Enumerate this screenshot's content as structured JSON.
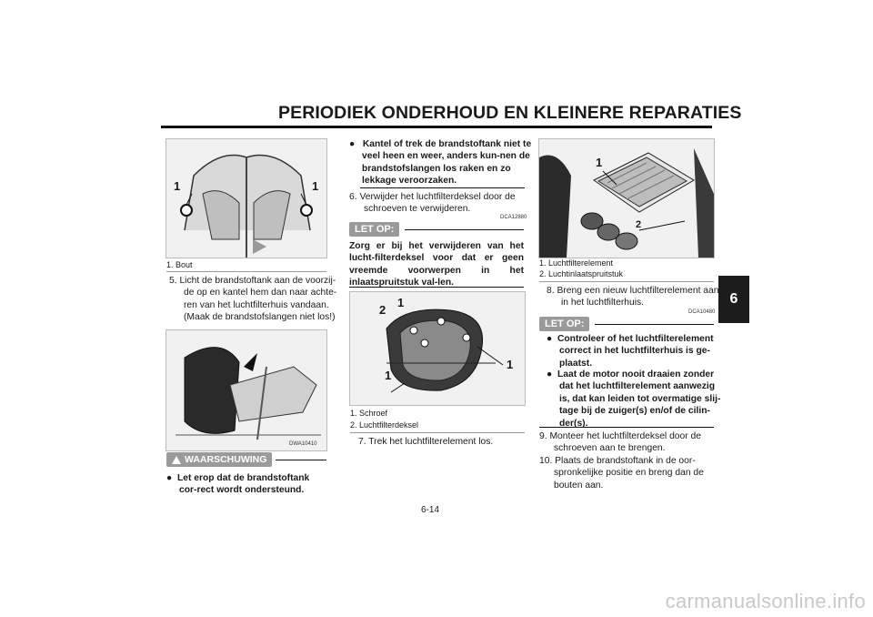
{
  "header": {
    "title": "PERIODIEK ONDERHOUD EN KLEINERE REPARATIES"
  },
  "side_tab": {
    "number": "6"
  },
  "left": {
    "fig1": {
      "labels": [
        "1",
        "1"
      ],
      "caption": "1.  Bout"
    },
    "step5": "5. Licht de brandstoftank aan de voorzij-de op en kantel hem dan naar achte-ren van het luchtfilterhuis vandaan.(Maak de brandstofslangen niet los!)",
    "fig2": {
      "ref": "DWA10410"
    },
    "warning": {
      "label": "WAARSCHUWING",
      "bullet": "Let erop dat de brandstoftank cor-rect wordt ondersteund."
    }
  },
  "middle": {
    "bullet": "Kantel of trek de brandstoftank niet te veel heen en weer, anders kun-nen de brandstofslangen los raken en zo lekkage veroorzaken.",
    "step6": "6. Verwijder het luchtfilterdeksel door de schroeven te verwijderen.",
    "notice_ref": "DCA12880",
    "notice_label": "LET OP:",
    "notice_text": "Zorg er bij het verwijderen van het lucht-filterdeksel voor dat er geen vreemde voorwerpen in het inlaatspruitstuk val-len.",
    "fig3": {
      "labels": [
        "2",
        "1",
        "1",
        "1"
      ],
      "caption1": "1.  Schroef",
      "caption2": "2.  Luchtfilterdeksel"
    },
    "step7": "7. Trek het luchtfilterelement los."
  },
  "right": {
    "fig4": {
      "labels": [
        "1",
        "2"
      ],
      "caption1": "1.  Luchtfilterelement",
      "caption2": "2.  Luchtinlaatspruitstuk"
    },
    "step8": "8. Breng een nieuw luchtfilterelement aan in het luchtfilterhuis.",
    "notice_ref": "DCA10480",
    "notice_label": "LET OP:",
    "bullet1": "Controleer of het luchtfilterelement correct in het luchtfilterhuis is ge-plaatst.",
    "bullet2": "Laat de motor nooit draaien zonder dat het luchtfilterelement aanwezig is, dat kan leiden tot overmatige slij-tage bij de zuiger(s) en/of de cilin-der(s).",
    "step9": "9. Monteer het luchtfilterdeksel door de schroeven aan te brengen.",
    "step10": "10. Plaats de brandstoftank in de oor-spronkelijke positie en breng dan de bouten aan."
  },
  "footer": {
    "page": "6-14",
    "watermark": "carmanualsonline.info"
  }
}
